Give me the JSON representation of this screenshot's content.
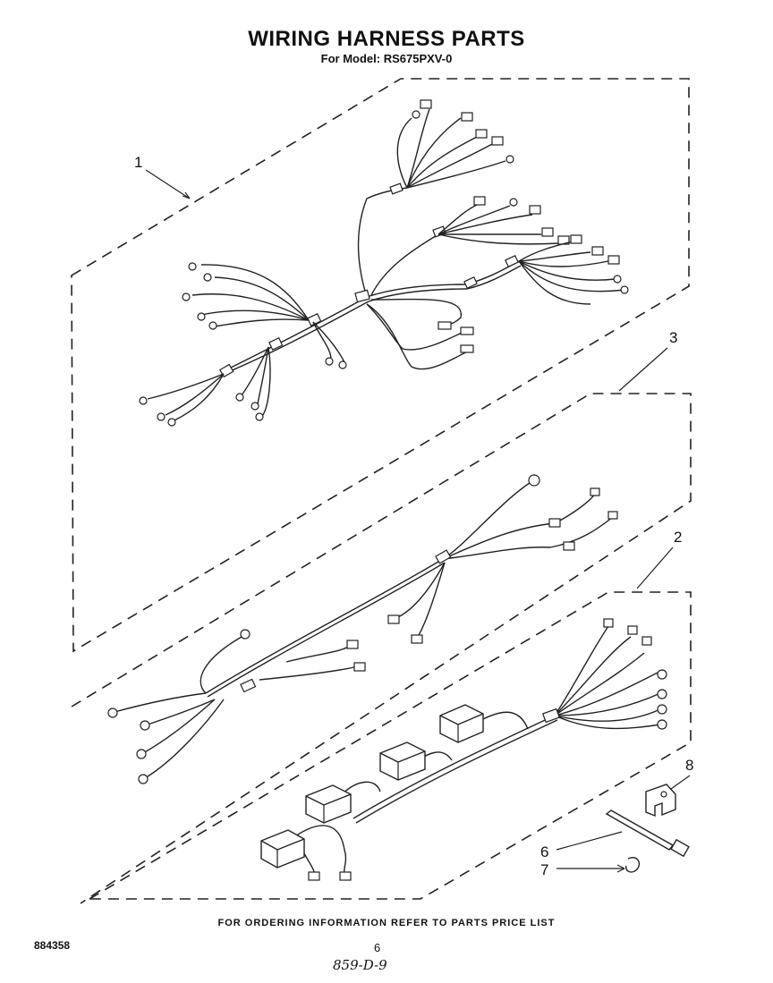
{
  "header": {
    "title": "WIRING HARNESS PARTS",
    "subtitle": "For Model: RS675PXV-0"
  },
  "callouts": {
    "c1": "1",
    "c2": "2",
    "c3": "3",
    "c6": "6",
    "c7": "7",
    "c8": "8"
  },
  "footer": {
    "ordering_note": "FOR ORDERING INFORMATION REFER TO PARTS PRICE LIST",
    "doc_number": "884358",
    "page_number": "6",
    "handwritten_note": "859-D-9"
  }
}
